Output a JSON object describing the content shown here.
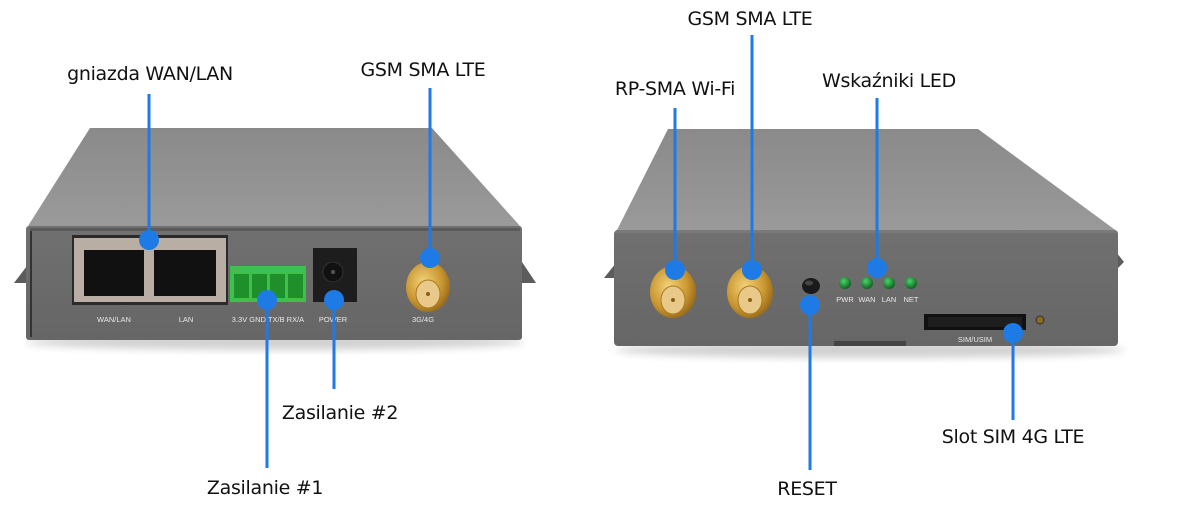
{
  "title": "Router ports diagram",
  "colors": {
    "callout": "#1e7be6",
    "case_top": "#8f8f8f",
    "case_front": "#6e6e6e",
    "led": "#0f7a2a",
    "terminal_block": "#3fc04d",
    "sma_gold": "#c9962f"
  },
  "back_panel": {
    "port_labels": {
      "wan_lan": "WAN/LAN",
      "lan": "LAN",
      "terminal": "3.3V GND TX/B RX/A",
      "power": "POWER",
      "antenna": "3G/4G"
    },
    "callouts": {
      "wan_lan_sockets": "gniazda WAN/LAN",
      "gsm_sma_lte": "GSM SMA LTE",
      "power_1": "Zasilanie #1",
      "power_2": "Zasilanie #2"
    }
  },
  "front_panel": {
    "led_labels": [
      "PWR",
      "WAN",
      "LAN",
      "NET"
    ],
    "sim_label": "SIM/USIM",
    "callouts": {
      "rp_sma_wifi": "RP-SMA Wi-Fi",
      "gsm_sma_lte": "GSM SMA LTE",
      "led_indicators": "Wskaźniki LED",
      "reset": "RESET",
      "sim_slot": "Slot SIM 4G LTE"
    }
  }
}
